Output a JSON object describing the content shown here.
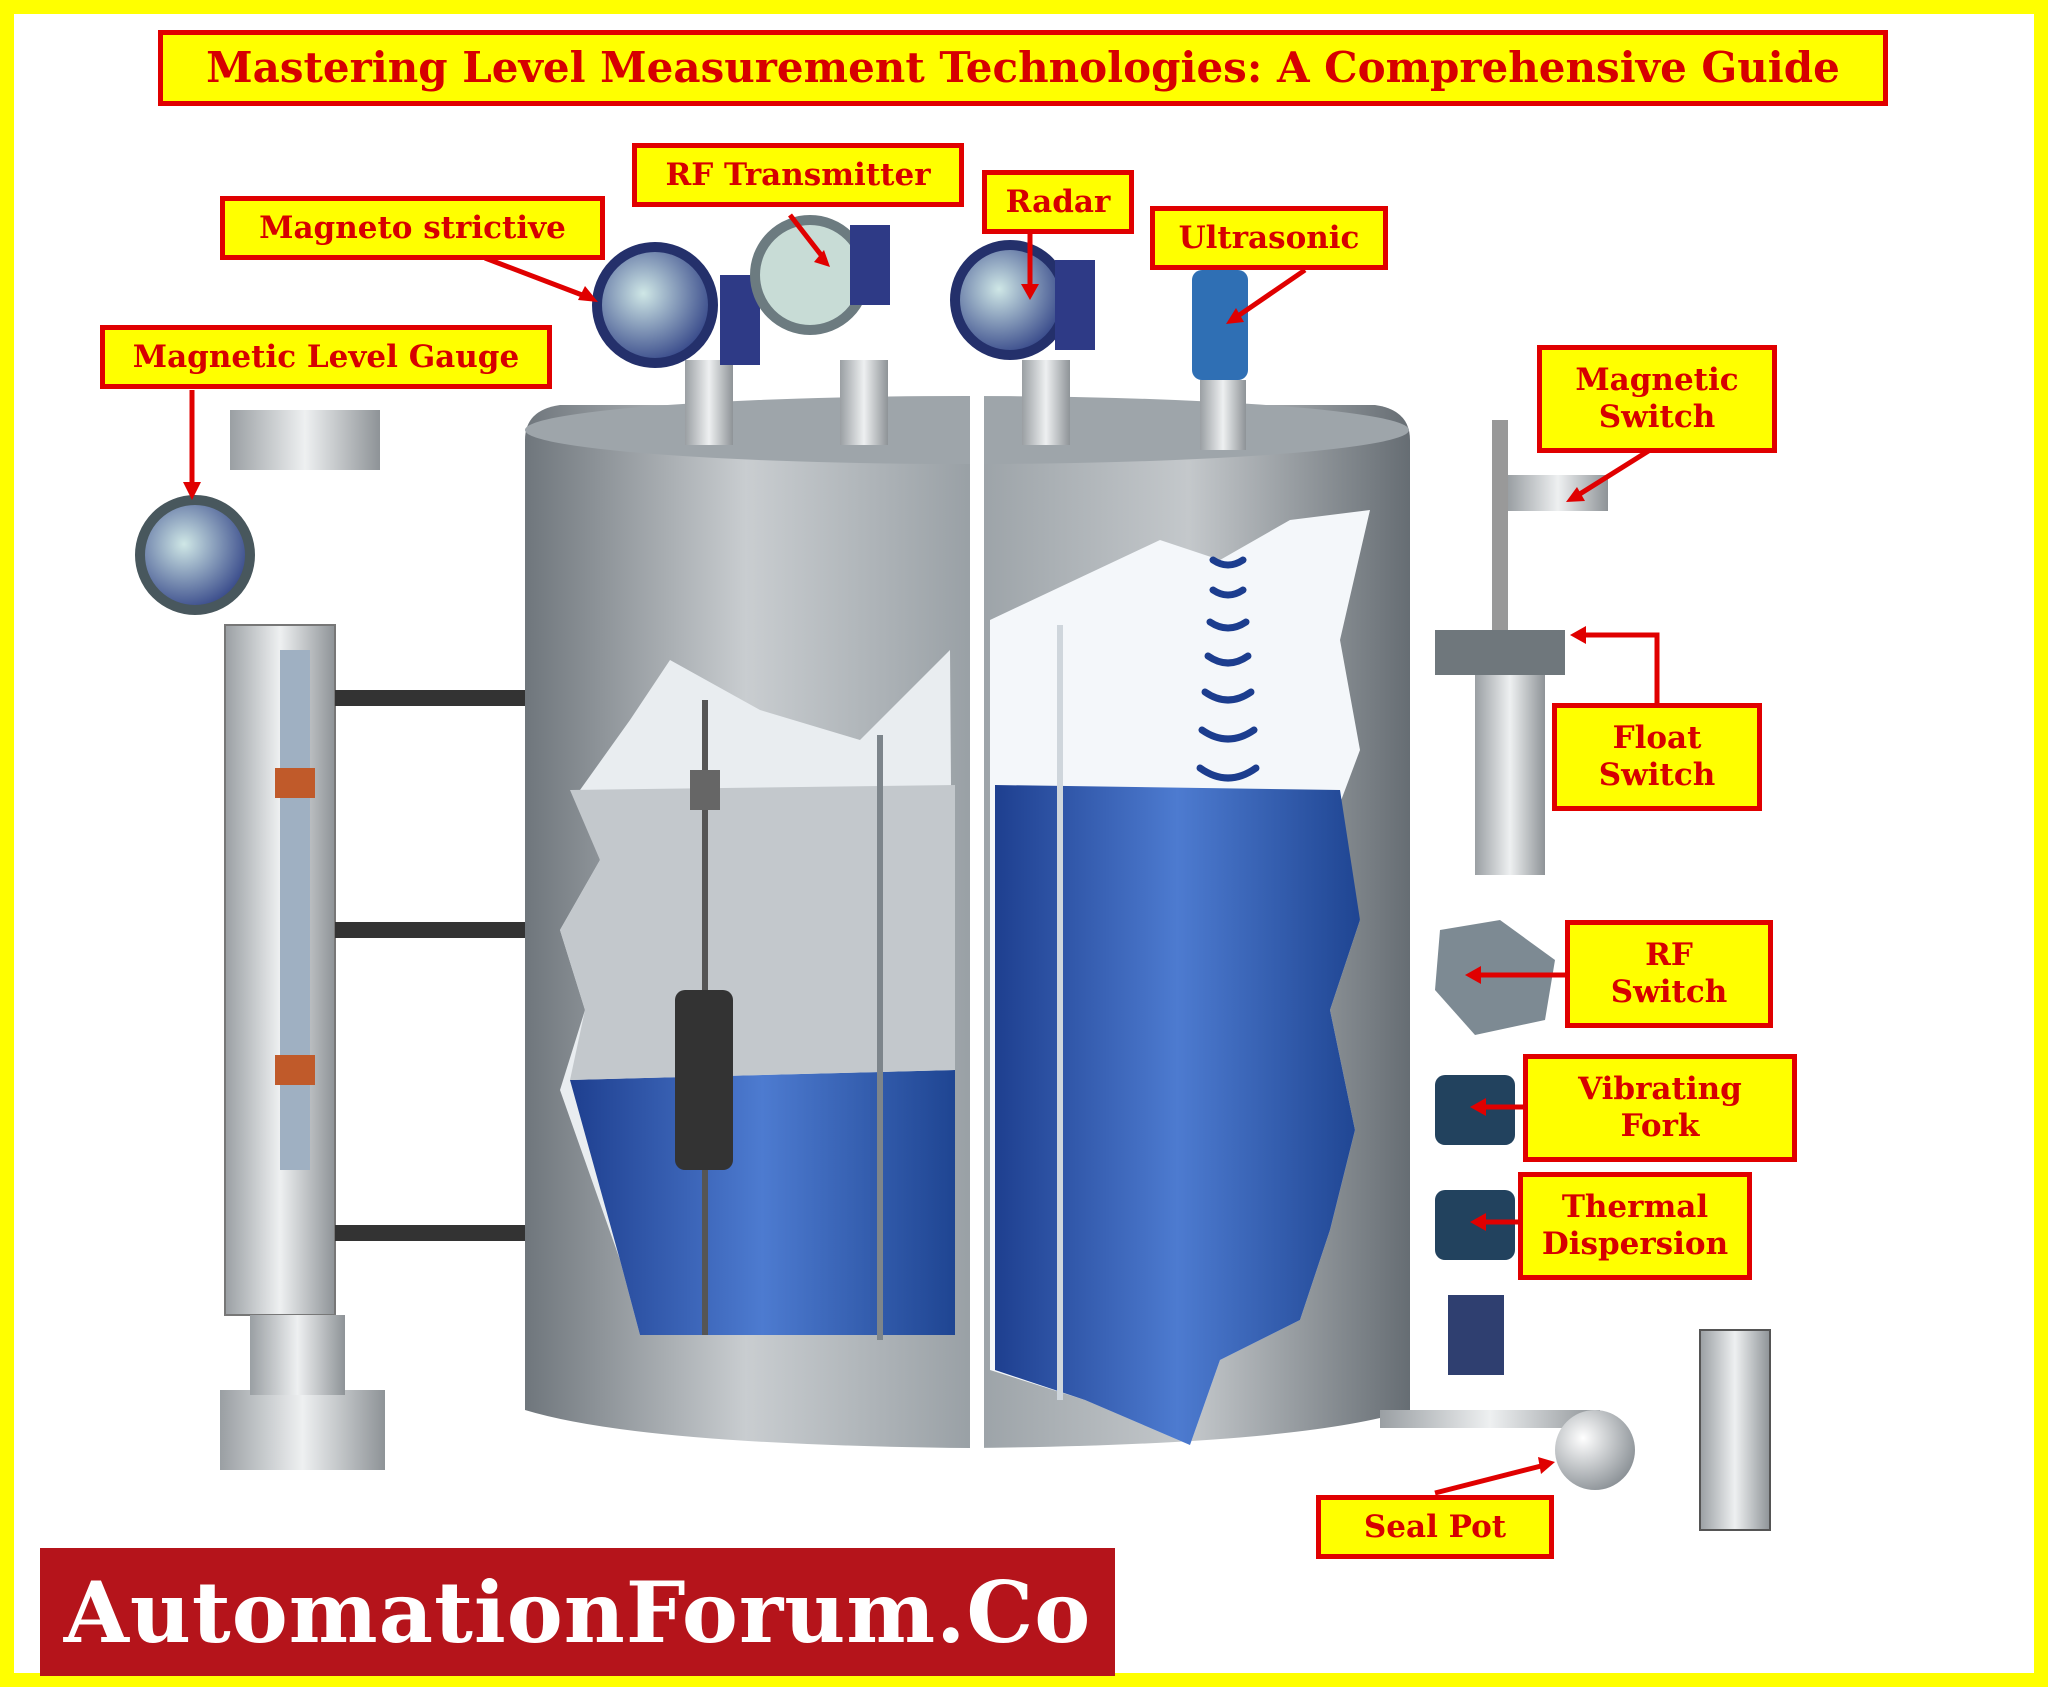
{
  "title": "Mastering Level Measurement Technologies: A Comprehensive Guide",
  "labels": {
    "magneto_strictive": "Magneto strictive",
    "rf_transmitter": "RF Transmitter",
    "radar": "Radar",
    "ultrasonic": "Ultrasonic",
    "magnetic_level_gauge": "Magnetic Level Gauge",
    "magnetic_switch": "Magnetic\nSwitch",
    "float_switch": "Float\nSwitch",
    "rf_switch": "RF\nSwitch",
    "vibrating_fork": "Vibrating\nFork",
    "thermal_dispersion": "Thermal\nDispersion",
    "seal_pot": "Seal Pot"
  },
  "brand": "AutomationForum.Co",
  "colors": {
    "background": "#ffff00",
    "label_fill": "#ffff00",
    "label_border": "#e00000",
    "label_text": "#d60000",
    "brand_fill": "#b5141b",
    "liquid": "#2f5fb8",
    "tank": "#8f969c"
  }
}
